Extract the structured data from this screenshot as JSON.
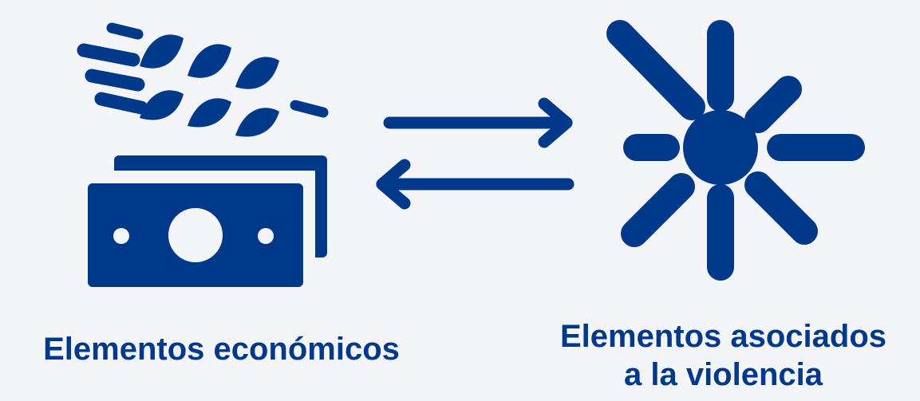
{
  "colors": {
    "primary": "#01398a",
    "background": "#f4f5f8"
  },
  "nodes": [
    {
      "id": "economic",
      "label": "Elementos económicos",
      "icons": [
        "wheat-icon",
        "money-bills-icon"
      ]
    },
    {
      "id": "violence",
      "label_lines": [
        "Elementos asociados",
        "a la violencia"
      ],
      "icons": [
        "burst-icon"
      ]
    }
  ],
  "edges": [
    {
      "from": "economic",
      "to": "violence",
      "icon": "arrow-right-icon"
    },
    {
      "from": "violence",
      "to": "economic",
      "icon": "arrow-left-icon"
    }
  ]
}
